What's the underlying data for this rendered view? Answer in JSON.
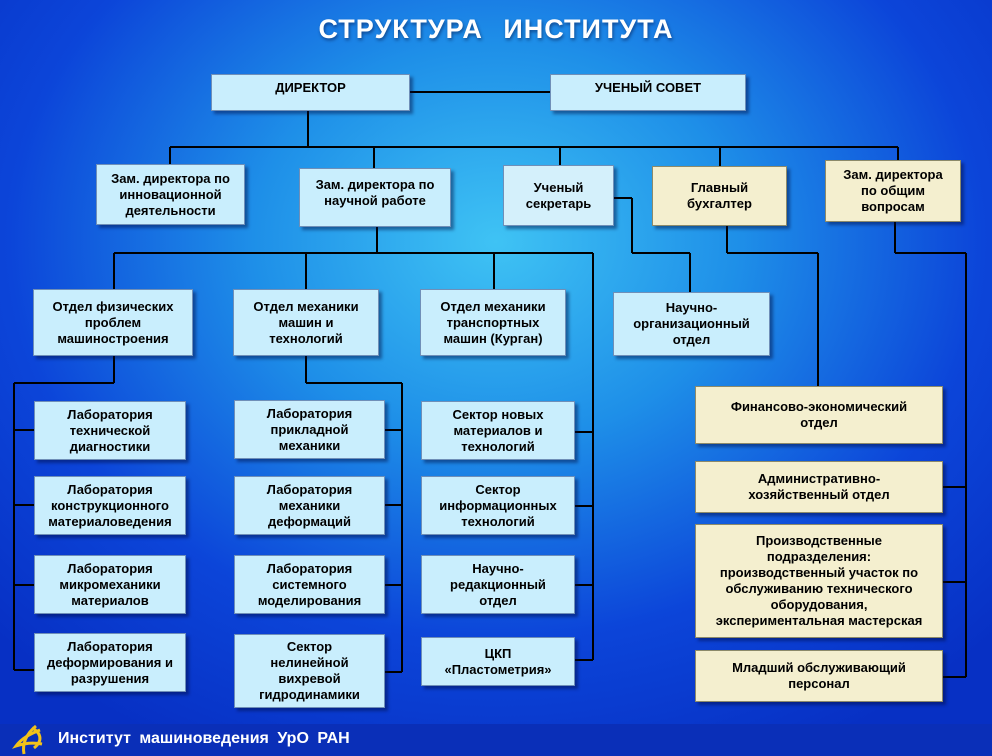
{
  "title": "СТРУКТУРА ИНСТИТУТА",
  "top": {
    "director": "ДИРЕКТОР",
    "council": "УЧЕНЫЙ СОВЕТ"
  },
  "level2": {
    "deputy_innovation": "Зам. директора по инновационной деятельности",
    "deputy_science": "Зам. директора по научной работе",
    "secretary": "Ученый секретарь",
    "accountant": "Главный бухгалтер",
    "deputy_general": "Зам. директора по общим вопросам"
  },
  "departments": {
    "physical_problems": "Отдел физических проблем машиностроения",
    "mechanics_machines": "Отдел механики машин и технологий",
    "transport_mechanics": "Отдел механики транспортных машин (Курган)",
    "sci_org": "Научно-организационный отдел"
  },
  "col1_labs": [
    "Лаборатория технической диагностики",
    "Лаборатория конструкционного материаловедения",
    "Лаборатория микромеханики материалов",
    "Лаборатория деформирования и разрушения"
  ],
  "col2_labs": [
    "Лаборатория прикладной механики",
    "Лаборатория механики деформаций",
    "Лаборатория системного моделирования",
    "Сектор нелинейной вихревой гидродинамики"
  ],
  "col3_units": [
    "Сектор новых материалов и технологий",
    "Сектор информационных технологий",
    "Научно-редакционный отдел",
    "ЦКП «Пластометрия»"
  ],
  "col4_units": [
    "Финансово-экономический отдел",
    "Административно-хозяйственный отдел",
    "Производственные подразделения: производственный участок по обслуживанию технического оборудования, экспериментальная мастерская",
    "Младший обслуживающий персонал"
  ],
  "footer": {
    "institute": "Институт машиноведения УрО РАН"
  },
  "colors": {
    "box_blue": "#c9eefd",
    "box_beige": "#f4efcf",
    "footer_bg": "#0a2fb8"
  }
}
